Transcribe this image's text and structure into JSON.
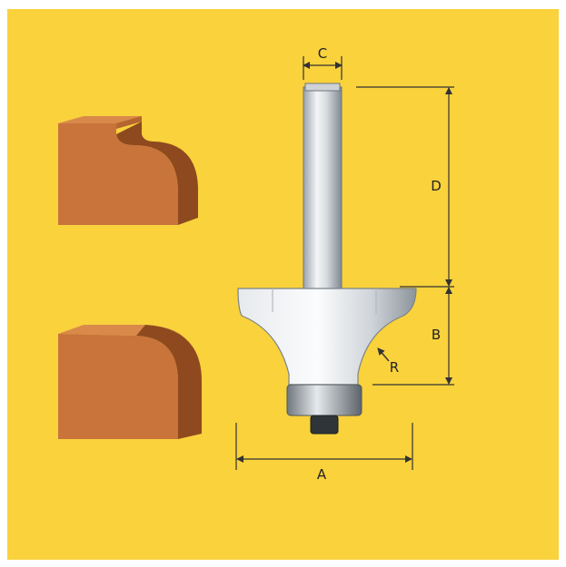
{
  "labels": {
    "c": "C",
    "d": "D",
    "b": "B",
    "r": "R",
    "a": "A"
  },
  "colors": {
    "background": "#f9d23c",
    "frame": "#ffffff",
    "wood_front": "#c8743a",
    "wood_side": "#8e4a1e",
    "wood_top": "#d98a4a",
    "steel_light": "#f2f4f6",
    "steel_mid": "#c9ced4",
    "steel_dark": "#7f8890",
    "dimension_line": "#333333"
  }
}
